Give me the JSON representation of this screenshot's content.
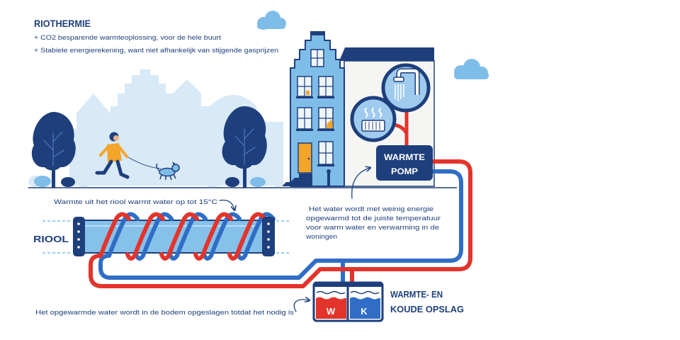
{
  "title": "RIOTHERMIE",
  "benefits": [
    "+ CO2 besparende warmteoplossing, voor de hele buurt",
    "+ Stabiele energierekening, want niet afhankelijk van stijgende gasprijzen"
  ],
  "heat_pump": {
    "line1": "WARMTE",
    "line2": "POMP"
  },
  "sewer": {
    "label": "RIOOL",
    "caption": "Warmte uit het riool warmt water op tot 15°C"
  },
  "heat_pump_note": [
    "Het water wordt met weinig energie",
    "opgewarmd tot de juiste temperatuur",
    "voor warm water en verwarming in de",
    "woningen"
  ],
  "storage": {
    "label_line1": "WARMTE- EN",
    "label_line2": "KOUDE OPSLAG",
    "warm_letter": "W",
    "cold_letter": "K",
    "caption": "Het opgewarmde water wordt in de bodem opgeslagen totdat het nodig is"
  },
  "icons": [
    "cloud-icon",
    "tree-icon",
    "house-icon",
    "radiator-icon",
    "shower-icon",
    "arrow-icon"
  ],
  "colors": {
    "navy": "#1e3f7c",
    "red": "#e3342b",
    "blue": "#2f6dc6",
    "light_blue": "#7fbde9",
    "pale_blue": "#d8e9f7",
    "orange": "#f4a52a"
  }
}
